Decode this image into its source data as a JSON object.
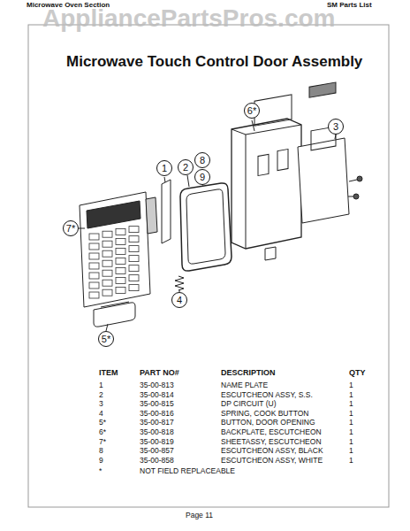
{
  "diagram": {
    "title": "Microwave Touch Control Door Assembly",
    "nodes": [
      {
        "text": [
          "6*"
        ]
      },
      {
        "text": [
          "3"
        ]
      },
      {
        "text": [
          "8"
        ]
      },
      {
        "text": [
          "2"
        ]
      },
      {
        "text": [
          "9"
        ]
      },
      {
        "text": [
          "1"
        ]
      },
      {
        "text": [
          "7*"
        ]
      },
      {
        "text": [
          "4"
        ]
      },
      {
        "text": [
          "5*"
        ]
      }
    ],
    "labels": [
      "Microwave Oven Section",
      "SM Parts List",
      "AppliancePartsPros.com",
      "ITEM",
      "PART NO#",
      "DESCRIPTION",
      "QTY",
      "1",
      "35-00-813",
      "NAME PLATE",
      "1",
      "2",
      "35-00-814",
      "ESCUTCHEON ASSY, S.S.",
      "1",
      "3",
      "35-00-815",
      "DP CIRCUIT (U)",
      "1",
      "4",
      "35-00-816",
      "SPRING, COOK BUTTON",
      "1",
      "5*",
      "35-00-817",
      "BUTTON, DOOR OPENING",
      "1",
      "6*",
      "35-00-818",
      "BACKPLATE, ESCUTCHEON",
      "1",
      "7*",
      "35-00-819",
      "SHEETASSY, ESCUTCHEON",
      "1",
      "8",
      "35-00-857",
      "ESCUTCHEON ASSY, BLACK",
      "1",
      "9",
      "35-00-858",
      "ESCUTCHEON ASSY, WHITE",
      "1",
      "*",
      "NOT FIELD REPLACEABLE",
      "Page 11"
    ]
  }
}
